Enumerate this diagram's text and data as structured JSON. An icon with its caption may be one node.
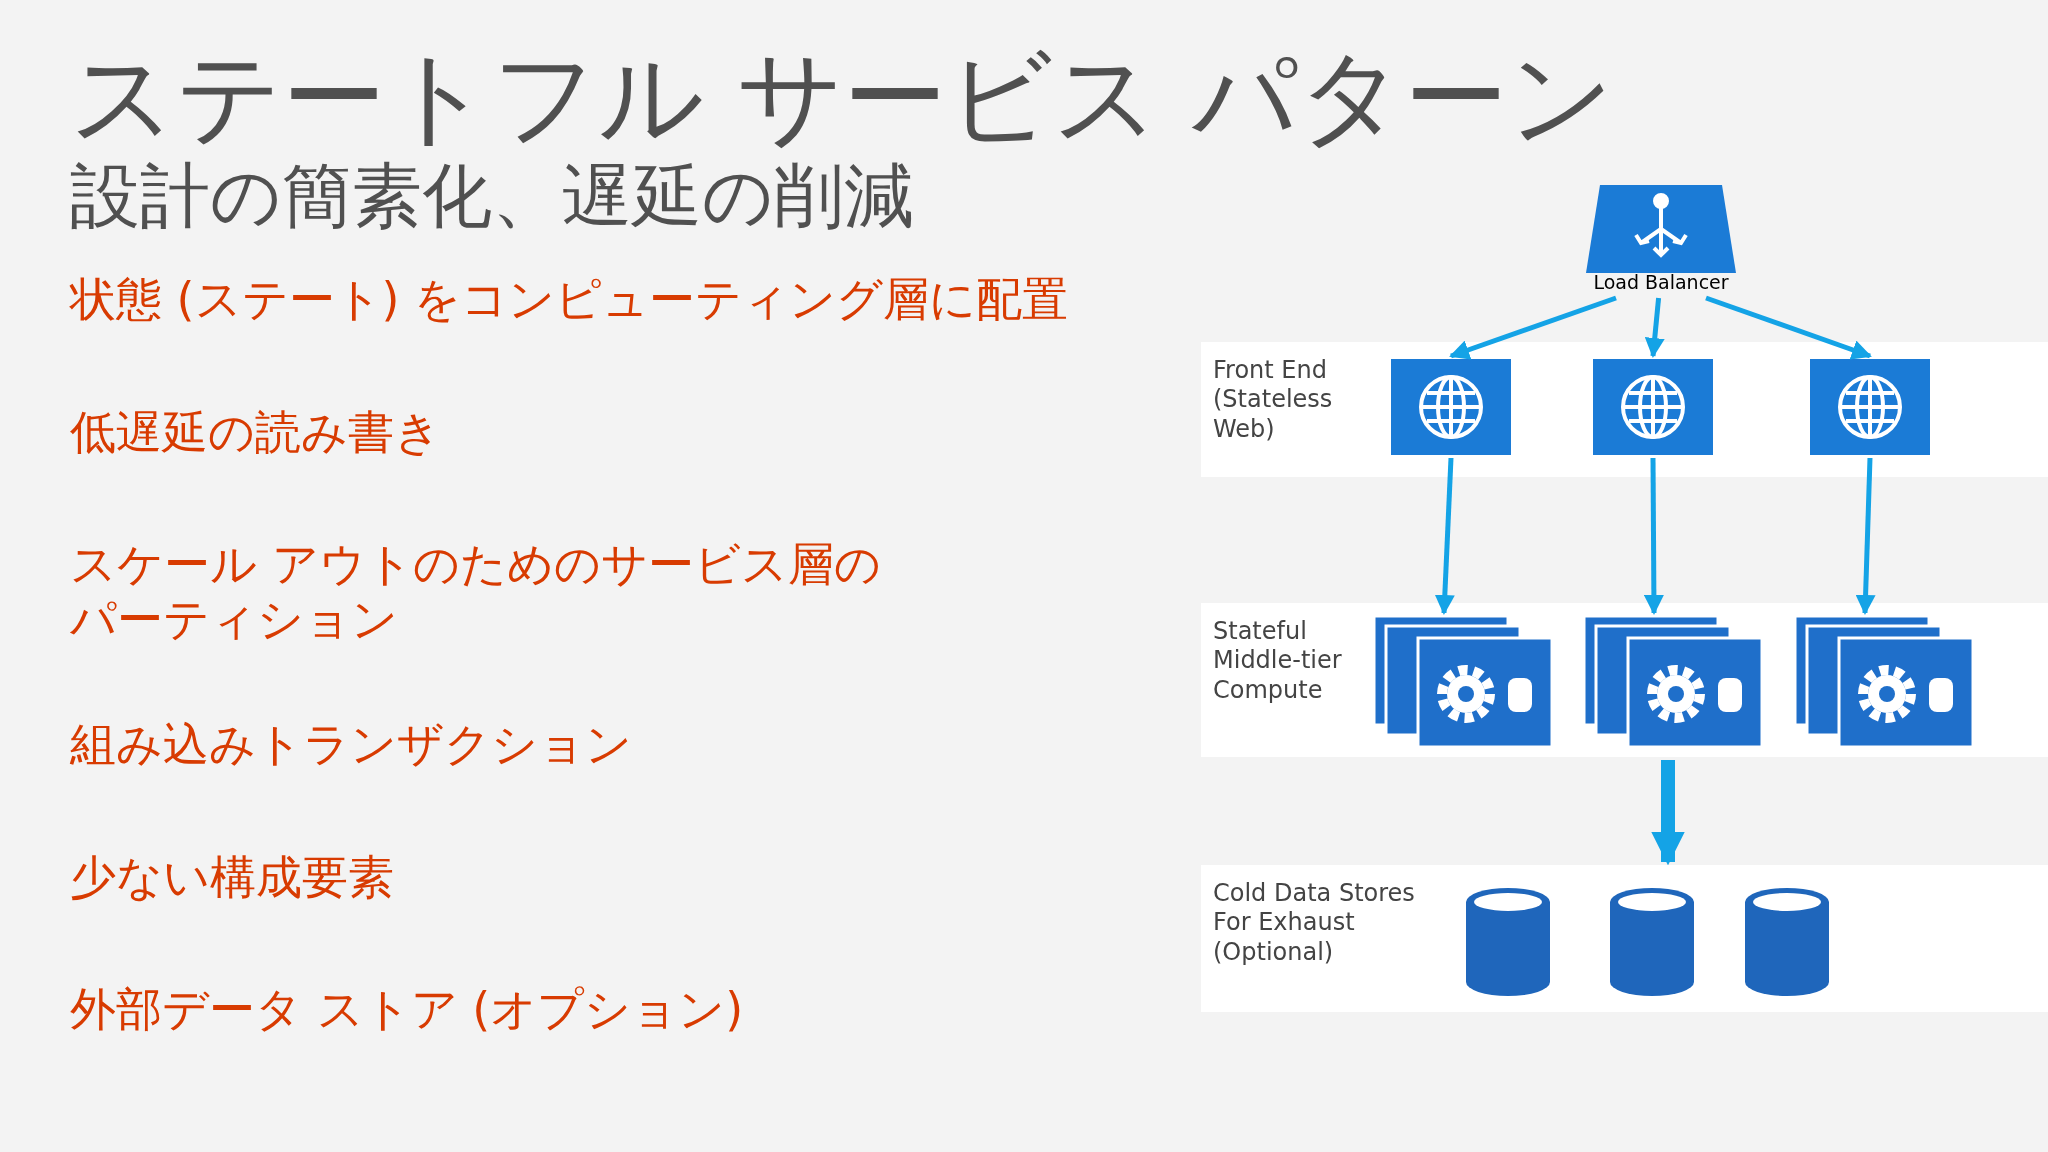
{
  "diagram": {
    "title": "ステートフル サービス パターン",
    "nodes": [
      {
        "text": [
          "Load Balancer"
        ]
      },
      {
        "text": [
          "Front End (Stateless Web)"
        ]
      },
      {
        "text": [],
        "shape": "box",
        "in": 1
      },
      {
        "text": [],
        "shape": "box",
        "in": 1
      },
      {
        "text": [],
        "shape": "box",
        "in": 1
      },
      {
        "text": [
          "Stateful Middle-tier Compute"
        ]
      },
      {
        "text": [],
        "shape": "box",
        "in": 5
      },
      {
        "text": [],
        "shape": "box",
        "in": 5
      },
      {
        "text": [],
        "shape": "box",
        "in": 5
      },
      {
        "text": [
          "Cold Data Stores For Exhaust (Optional)"
        ]
      },
      {
        "text": [],
        "shape": "cylinder",
        "in": 9
      },
      {
        "text": [],
        "shape": "cylinder",
        "in": 9
      },
      {
        "text": [],
        "shape": "cylinder",
        "in": 9
      }
    ],
    "edges": [
      {
        "from": 0,
        "to": 2,
        "arrow": "to"
      },
      {
        "from": 0,
        "to": 3,
        "arrow": "to"
      },
      {
        "from": 0,
        "to": 4,
        "arrow": "to"
      },
      {
        "from": 2,
        "to": 6,
        "arrow": "to"
      },
      {
        "from": 3,
        "to": 7,
        "arrow": "to"
      },
      {
        "from": 4,
        "to": 8,
        "arrow": "to"
      },
      {
        "from": 5,
        "to": 9,
        "arrow": "to",
        "style": "thick"
      }
    ],
    "labels": [
      "設計の簡素化、遅延の削減",
      "状態 (ステート) をコンピューティング層に配置",
      "低遅延の読み書き",
      "スケール アウトのためのサービス層のパーティション",
      "組み込みトランザクション",
      "少ない構成要素",
      "外部データ ストア (オプション)"
    ]
  }
}
